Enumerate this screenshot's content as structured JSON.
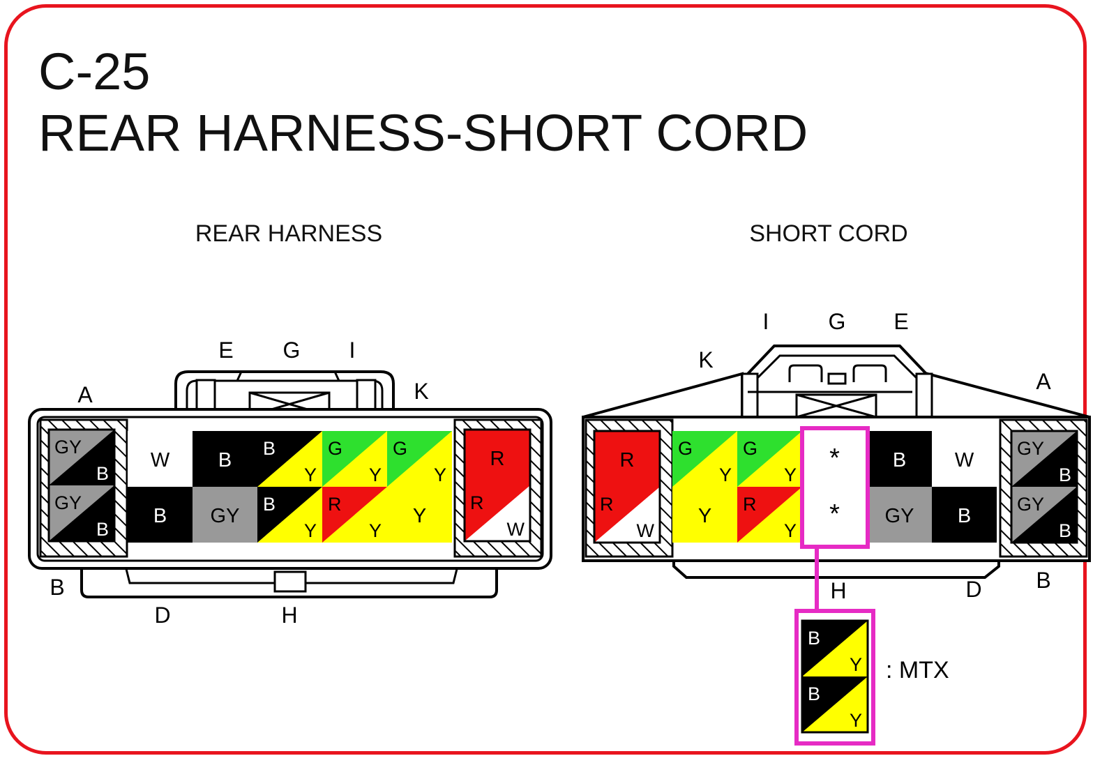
{
  "connector": {
    "code": "C-25",
    "name": "REAR HARNESS-SHORT CORD"
  },
  "colors": {
    "frame": "#e8141e",
    "B": "#000000",
    "W": "#ffffff",
    "GY": "#999999",
    "Y": "#ffff00",
    "G": "#2ee02e",
    "R": "#ee1111",
    "highlight": "#e62bc4"
  },
  "rear_harness": {
    "label": "REAR HARNESS",
    "pin_labels": {
      "A": "A",
      "B": "B",
      "D": "D",
      "E": "E",
      "G": "G",
      "H": "H",
      "I": "I",
      "K": "K"
    },
    "left_block": [
      {
        "main": "GY",
        "stripe": "B"
      },
      {
        "main": "GY",
        "stripe": "B"
      }
    ],
    "top_row": [
      {
        "main": "W"
      },
      {
        "main": "B"
      },
      {
        "main": "B",
        "stripe": "Y"
      },
      {
        "main": "G",
        "stripe": "Y"
      },
      {
        "main": "G",
        "stripe": "Y"
      }
    ],
    "bottom_row": [
      {
        "main": "B"
      },
      {
        "main": "GY"
      },
      {
        "main": "B",
        "stripe": "Y"
      },
      {
        "main": "R",
        "stripe": "Y"
      },
      {
        "main": "Y"
      }
    ],
    "right_block": [
      {
        "main": "R"
      },
      {
        "main": "R",
        "stripe": "W"
      }
    ]
  },
  "short_cord": {
    "label": "SHORT CORD",
    "pin_labels": {
      "A": "A",
      "B": "B",
      "D": "D",
      "E": "E",
      "G": "G",
      "H": "H",
      "I": "I",
      "K": "K"
    },
    "left_block": [
      {
        "main": "R"
      },
      {
        "main": "R",
        "stripe": "W"
      }
    ],
    "top_row": [
      {
        "main": "G",
        "stripe": "Y"
      },
      {
        "main": "G",
        "stripe": "Y"
      },
      {
        "main": "W",
        "mark": "*"
      },
      {
        "main": "B"
      },
      {
        "main": "W"
      }
    ],
    "bottom_row": [
      {
        "main": "Y"
      },
      {
        "main": "R",
        "stripe": "Y"
      },
      {
        "main": "W",
        "mark": "*"
      },
      {
        "main": "GY"
      },
      {
        "main": "B"
      }
    ],
    "right_block": [
      {
        "main": "GY",
        "stripe": "B"
      },
      {
        "main": "GY",
        "stripe": "B"
      }
    ],
    "variant": {
      "label": ": MTX",
      "pins": [
        {
          "main": "B",
          "stripe": "Y"
        },
        {
          "main": "B",
          "stripe": "Y"
        }
      ]
    }
  }
}
